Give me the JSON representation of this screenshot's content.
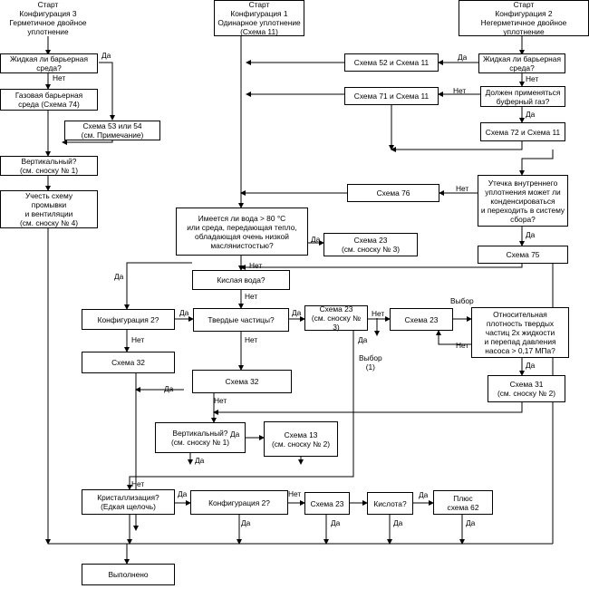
{
  "nodes": {
    "start3": "Старт\nКонфигурация 3\nГерметичное двойное\nуплотнение",
    "start1": "Старт\nКонфигурация 1\nОдинарное уплотнение\n(Схема 11)",
    "start2": "Старт\nКонфигурация 2\nНегерметичное двойное\nуплотнение",
    "q_liquid_left": "Жидкая ли барьерная\nсреда?",
    "gas_barrier": "Газовая барьерная\nсреда (Схема 74)",
    "scheme53": "Схема 53 или 54\n(см. Примечание)",
    "q_vert1": "Вертикальный?\n(см. сноску № 1)",
    "flush_vent": "Учесть схему\nпромывки\nи вентиляции\n(см. сноску № 4)",
    "scheme52_11": "Схема 52 и Схема 11",
    "q_liquid_right": "Жидкая ли барьерная\nсреда?",
    "scheme71_11": "Схема 71 и Схема 11",
    "q_buffer_gas": "Должен применяться\nбуферный газ?",
    "scheme72_11": "Схема 72 и Схема 11",
    "q_leak": "Утечка внутреннего\nуплотнения может ли\nконденсироваться\nи переходить в систему\nсбора?",
    "scheme76": "Схема 76",
    "scheme75": "Схема 75",
    "q_water80": "Имеется ли вода > 80 °С\nили среда, передающая тепло,\nобладающая очень низкой\nмаслянистостью?",
    "scheme23_fn3_a": "Схема 23\n(см. сноску № 3)",
    "q_acid_water": "Кислая вода?",
    "q_config2_a": "Конфигурация 2?",
    "q_solids": "Твердые частицы?",
    "scheme23_fn3_b": "Схема 23\n(см. сноску № 3)",
    "scheme23_a": "Схема 23",
    "q_density": "Относительная\nплотность твердых\nчастиц 2х жидкости\nи перепад давления\nнасоса > 0,17 МПа?",
    "scheme32_a": "Схема 32",
    "scheme32_b": "Схема 32",
    "scheme31": "Схема 31\n(см. сноску № 2)",
    "q_vert2": "Вертикальный?\n(см. сноску № 1)",
    "scheme13": "Схема 13\n(см. сноску № 2)",
    "q_crystal": "Кристаллизация?\n(Едкая щелочь)",
    "q_config2_b": "Конфигурация 2?",
    "scheme23_b": "Схема 23",
    "q_acid": "Кислота?",
    "plus62": "Плюс\nсхема 62",
    "done": "Выполнено"
  },
  "labels": {
    "yes_1": "Да",
    "no_1": "Нет",
    "yes_2": "Да",
    "no_2": "Нет",
    "yes_3": "Да",
    "yes_4": "Да",
    "no_3": "Нет",
    "yes_5": "Да",
    "no_4": "Нет",
    "yes_6": "Да",
    "no_5": "Нет",
    "no_6": "Нет",
    "yes_7": "Да",
    "no_7": "Нет",
    "yes_8": "Да",
    "yes_9": "Да",
    "no_8": "Нет",
    "choice_1": "Выбор",
    "choice_2": "Выбор\n(1)",
    "yes_10": "Да",
    "yes_11": "Да",
    "no_9": "Нет",
    "yes_12": "Да",
    "no_10": "Нет",
    "yes_13": "Да",
    "yes_14": "Да",
    "yes_15": "Да",
    "no_11": "Нет",
    "no_12": "Нет",
    "yes_16": "Да",
    "yes_17": "Да",
    "yes_18": "Да",
    "yes_19": "Да"
  }
}
